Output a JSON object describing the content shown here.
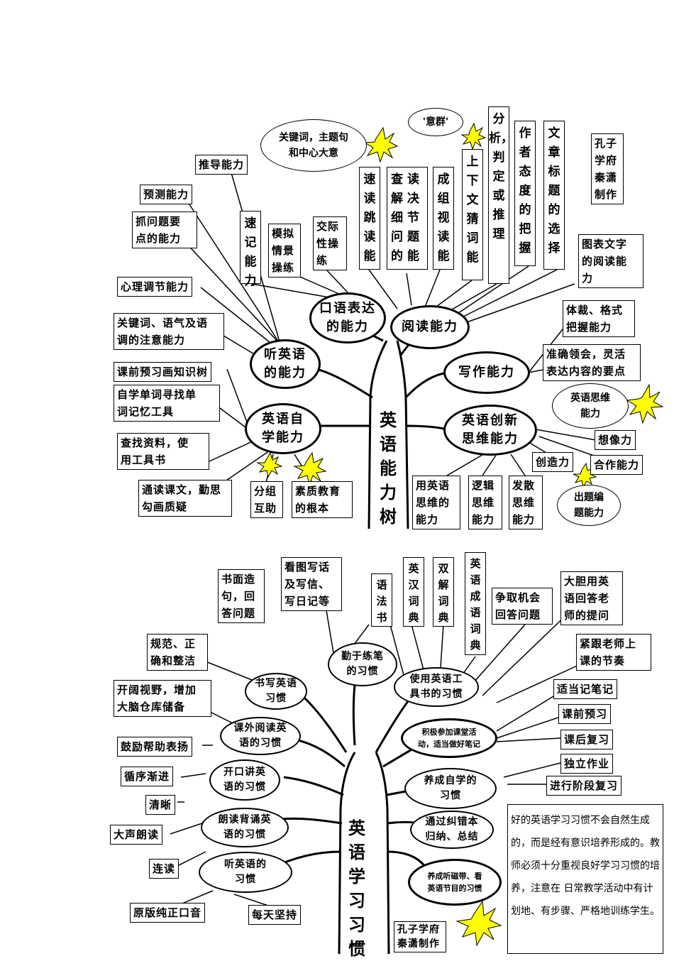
{
  "tree1": {
    "trunk": "英语能力树",
    "credit": "孔子学府秦潇制作",
    "main": {
      "listen": "听英语\n的能力",
      "speak": "口语表达\n的能力",
      "read": "阅读能力",
      "write": "写作能力",
      "self": "英语自\n学能力",
      "innov": "英语创新\n思维能力"
    },
    "leaves": {
      "derive": "推导能力",
      "predict": "预测能力",
      "grasp": "抓问题要\n点的能力",
      "psych": "心理调节能力",
      "keyword": "关键词、语气及语\n调的注意能力",
      "preview": "课前预习画知识树",
      "selfword": "自学单词寻找单\n词记忆工具",
      "lookup": "查找资料，使\n用工具书",
      "readtext": "通读课文，勤思\n勾画质疑",
      "group": "分组\n互助",
      "quality": "素质教育\n的根本",
      "shorthand": "速记能力",
      "simulate": "模拟\n情景\n操练",
      "interact": "交际\n性操\n练",
      "skim": "速读跳读能",
      "detail": "查读解决细节问题的能",
      "chunk": "成组视读能",
      "context": "上下文猜词能",
      "infer": "分析，判定或推理",
      "attitude": "作者态度的把握",
      "title": "文章标题的选择",
      "chart": "图表文字\n的阅读能\n力",
      "genre": "体裁、格式\n把握能力",
      "express": "准确领会，灵活\n表达内容的要点",
      "imagine": "想像力",
      "create": "创造力",
      "cooperate": "合作能力",
      "thinkeng": "用英语\n思维的\n能力",
      "logic": "逻辑\n思维\n能力",
      "diverge": "发散\n思维\n能力"
    },
    "clouds": {
      "keywords": "关键词，主题句\n和中心大意",
      "meaning": "'意群'",
      "engthink": "英语思维\n能力",
      "question": "出题编\n题能力"
    }
  },
  "tree2": {
    "trunk": "英语学习习惯",
    "credit": "孔子学府\n秦潇制作",
    "main": {
      "pen": "勤于练笔\n的习惯",
      "tools": "使用英语工\n具书的习惯",
      "write": "书写英语\n习惯",
      "extread": "课外阅读英\n语的习惯",
      "classparti": "积极参加课堂活\n动，适当做好笔记",
      "speak": "开口讲英\n语的习惯",
      "selfstudy": "养成自学的\n习惯",
      "recite": "朗读背诵英\n语的习惯",
      "correct": "通过纠错本\n归纳、总结",
      "listen": "听英语的\n习惯",
      "tape": "养成听磁带、看\n英语节目的习惯"
    },
    "leaves": {
      "sentence": "书面造\n句，回\n答问题",
      "letters": "看图写话\n及写信、\n写日记等",
      "grammar": "语法书",
      "dict": "英汉词典",
      "bilingual": "双解词典",
      "idioms": "英语成语词典",
      "chance": "争取机会\n回答问题",
      "bold": "大胆用英\n语回答老\n师的提问",
      "follow": "紧跟老师上\n课的节奏",
      "neat": "规范、正\n确和整洁",
      "vision": "开阔视野，增加\n大脑仓库储备",
      "notes": "适当记笔记",
      "prev": "课前预习",
      "encourage": "鼓励帮助表扬",
      "review": "课后复习",
      "gradual": "循序渐进",
      "homework": "独立作业",
      "stage": "进行阶段复习",
      "clear": "清晰",
      "loud": "大声朗读",
      "fluent": "连读",
      "original": "原版纯正口音",
      "daily": "每天坚持"
    },
    "note": "好的英语学习习惯不会自然生成的，而是经有意识培养形成的。教师必须十分重视良好学习习惯的培养，注意在 日常教学活动中有计划地、有步骤、严格地训练学生。"
  }
}
